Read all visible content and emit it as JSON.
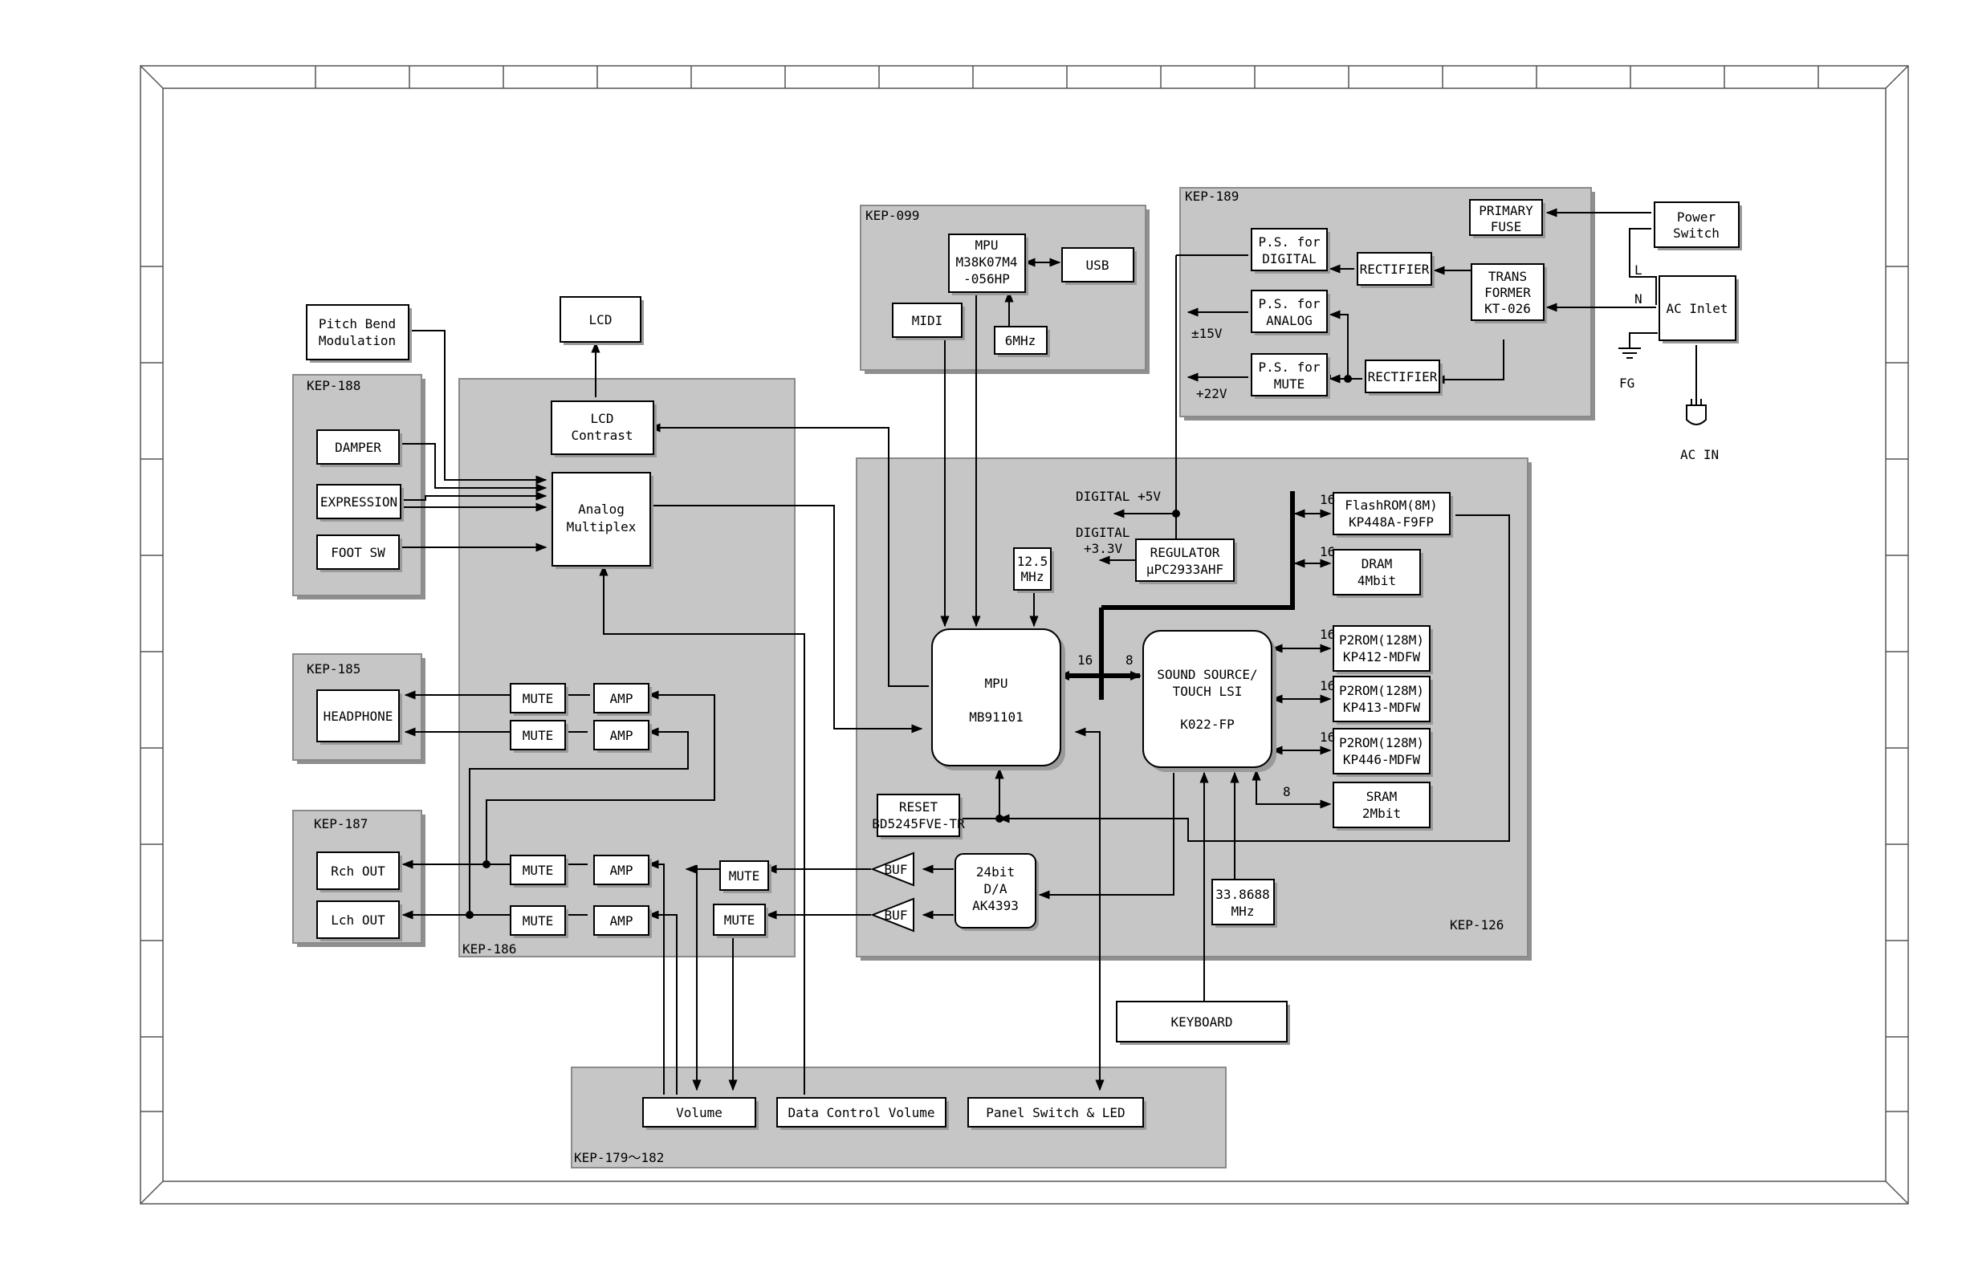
{
  "boards": {
    "kep099": "KEP-099",
    "kep189": "KEP-189",
    "kep188": "KEP-188",
    "kep186": "KEP-186",
    "kep185": "KEP-185",
    "kep187": "KEP-187",
    "kep126": "KEP-126",
    "kep179": "KEP-179～182"
  },
  "blocks": {
    "pitch_bend": [
      "Pitch Bend",
      "Modulation"
    ],
    "lcd": "LCD",
    "lcd_contrast": [
      "LCD",
      "Contrast"
    ],
    "damper": "DAMPER",
    "expression": "EXPRESSION",
    "foot_sw": "FOOT SW",
    "analog_multiplex": [
      "Analog",
      "Multiplex"
    ],
    "headphone": "HEADPHONE",
    "mute": "MUTE",
    "amp": "AMP",
    "rch_out": "Rch OUT",
    "lch_out": "Lch OUT",
    "mpu_usb": [
      "MPU",
      "M38K07M4",
      "-056HP"
    ],
    "usb": "USB",
    "midi": "MIDI",
    "osc_6mhz": "6MHz",
    "ps_digital": [
      "P.S. for",
      "DIGITAL"
    ],
    "ps_analog": [
      "P.S. for",
      "ANALOG"
    ],
    "ps_mute": [
      "P.S. for",
      "MUTE"
    ],
    "rectifier": "RECTIFIER",
    "primary_fuse": [
      "PRIMARY",
      "FUSE"
    ],
    "transformer": [
      "TRANS",
      "FORMER",
      "KT-026"
    ],
    "power_switch": [
      "Power",
      "Switch"
    ],
    "ac_inlet": "AC Inlet",
    "mpu_main": [
      "MPU",
      "MB91101"
    ],
    "osc_12mhz": [
      "12.5",
      "MHz"
    ],
    "regulator": [
      "REGULATOR",
      "μPC2933AHF"
    ],
    "sound_source": [
      "SOUND SOURCE/",
      "TOUCH LSI",
      "K022-FP"
    ],
    "flashrom": [
      "FlashROM(8M)",
      "KP448A-F9FP"
    ],
    "dram": [
      "DRAM",
      "4Mbit"
    ],
    "p2rom1": [
      "P2ROM(128M)",
      "KP412-MDFW"
    ],
    "p2rom2": [
      "P2ROM(128M)",
      "KP413-MDFW"
    ],
    "p2rom3": [
      "P2ROM(128M)",
      "KP446-MDFW"
    ],
    "sram": [
      "SRAM",
      "2Mbit"
    ],
    "reset": [
      "RESET",
      "BD5245FVE-TR"
    ],
    "buf": "BUF",
    "dac": [
      "24bit",
      "D/A",
      "AK4393"
    ],
    "osc_33mhz": [
      "33.8688",
      "MHz"
    ],
    "keyboard": "KEYBOARD",
    "volume": "Volume",
    "data_control_volume": "Data Control Volume",
    "panel_switch": "Panel Switch & LED"
  },
  "labels": {
    "digital_5v": "DIGITAL +5V",
    "digital_33v": [
      "DIGITAL",
      "+3.3V"
    ],
    "pm15v": "±15V",
    "p22v": "+22V",
    "fg": "FG",
    "ac_in": "AC IN",
    "L": "L",
    "N": "N",
    "bus16": "16",
    "bus8": "8"
  }
}
